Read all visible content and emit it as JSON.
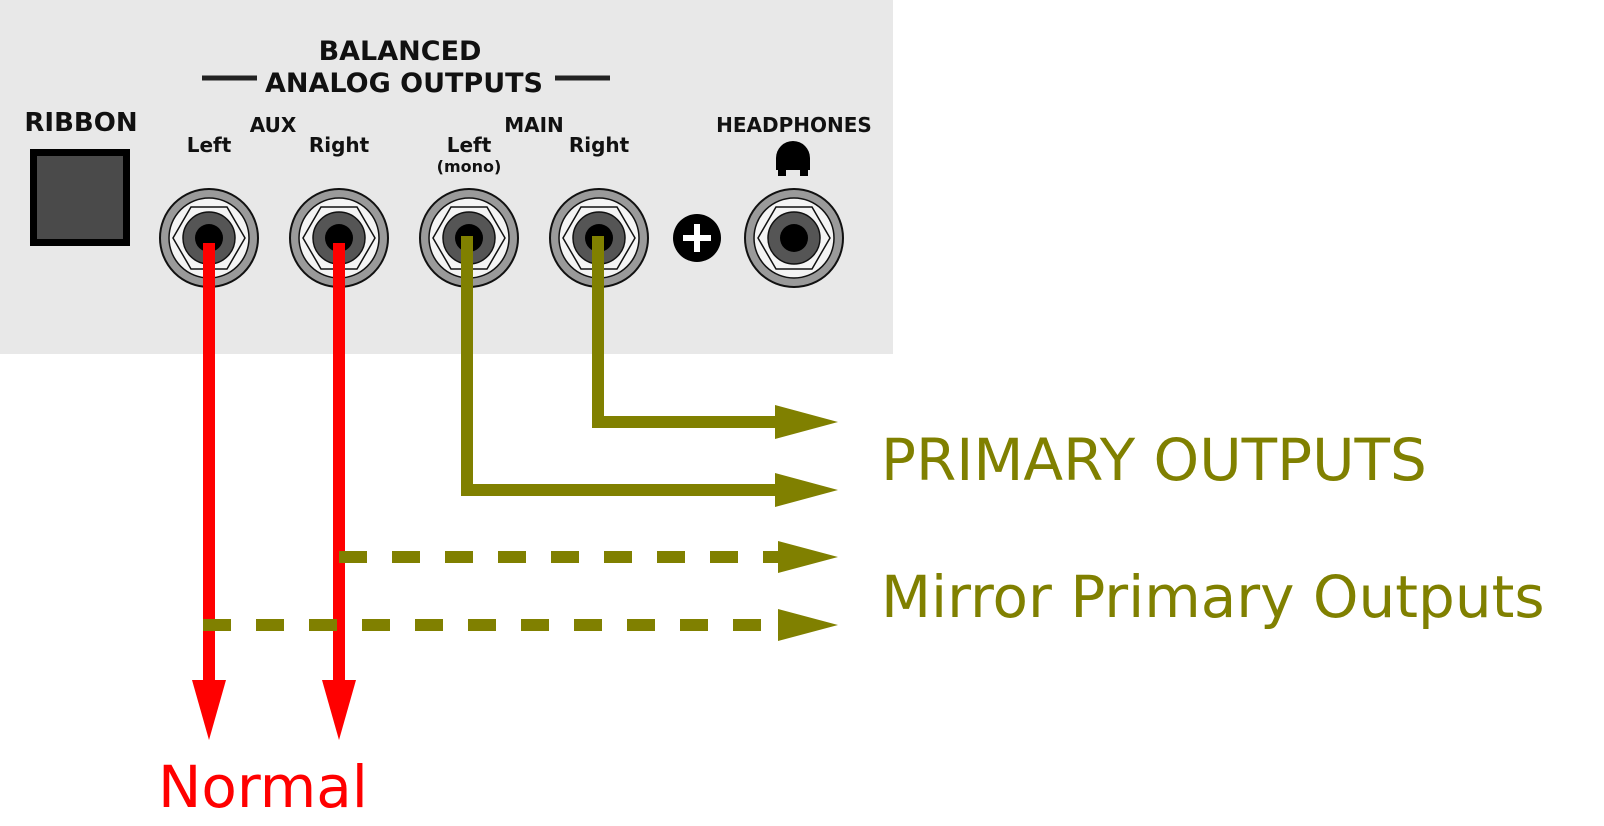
{
  "panel": {
    "title_line1": "BALANCED",
    "title_line2": "ANALOG OUTPUTS",
    "ribbon_label": "RIBBON",
    "aux_label": "AUX",
    "main_label": "MAIN",
    "headphones_label": "HEADPHONES",
    "aux_left": "Left",
    "aux_right": "Right",
    "main_left": "Left",
    "main_left_sub": "(mono)",
    "main_right": "Right",
    "plus_symbol": "+"
  },
  "labels": {
    "primary": "PRIMARY OUTPUTS",
    "mirror": "Mirror Primary Outputs",
    "normal": "Normal"
  },
  "colors": {
    "panel_bg": "#e8e8e8",
    "normal_red": "#ff0000",
    "primary_olive": "#808000",
    "jack_ring": "#9a9a9a",
    "ribbon_fill": "#4a4a4a"
  }
}
